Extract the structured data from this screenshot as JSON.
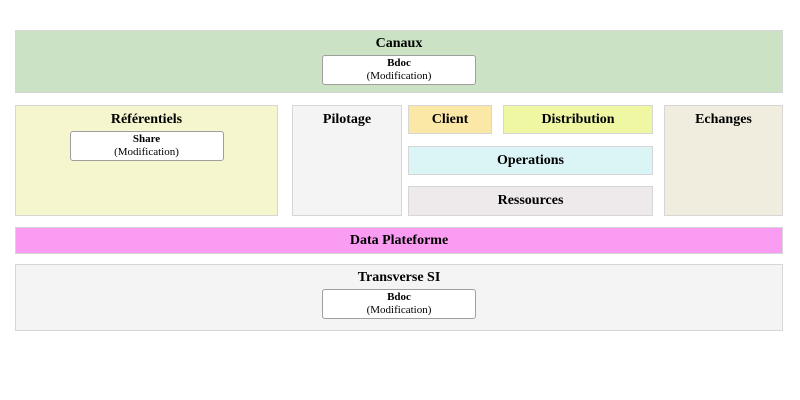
{
  "palette": {
    "canaux": "#cbe2c4",
    "referentiels": "#f6f6ce",
    "pilotage": "#f4f4f4",
    "client": "#fbe7a6",
    "distribution": "#eff7a3",
    "operations": "#dbf5f7",
    "ressources": "#eeeaeb",
    "echanges": "#f1edde",
    "data_plateforme": "#fa9cf2",
    "transverse": "#f4f4f4",
    "block_border": "#d6d6d6",
    "button_border": "#9e9e9e",
    "text": "#000000"
  },
  "blocks": {
    "canaux": {
      "title": "Canaux",
      "button": {
        "label": "Bdoc",
        "sublabel": "(Modification)"
      }
    },
    "referentiels": {
      "title": "Référentiels",
      "button": {
        "label": "Share",
        "sublabel": "(Modification)"
      }
    },
    "pilotage": {
      "title": "Pilotage"
    },
    "client": {
      "title": "Client"
    },
    "distribution": {
      "title": "Distribution"
    },
    "operations": {
      "title": "Operations"
    },
    "ressources": {
      "title": "Ressources"
    },
    "echanges": {
      "title": "Echanges"
    },
    "data_plateforme": {
      "title": "Data Plateforme"
    },
    "transverse_si": {
      "title": "Transverse SI",
      "button": {
        "label": "Bdoc",
        "sublabel": "(Modification)"
      }
    }
  }
}
